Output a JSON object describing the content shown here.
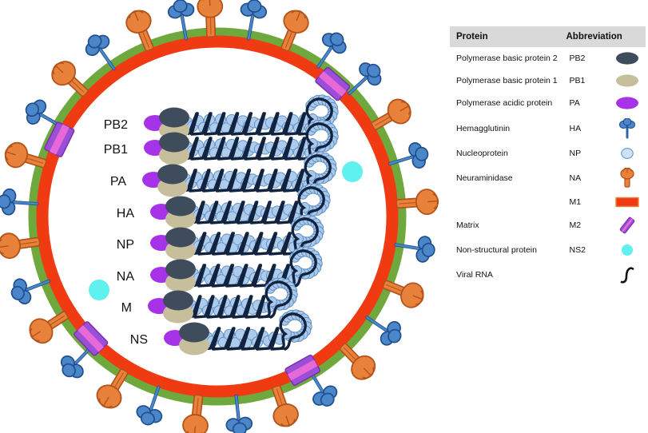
{
  "figure": {
    "subject": "Influenza A virion structure",
    "background_color": "#ffffff"
  },
  "virion": {
    "envelope": {
      "lipid_bilayer_color": "#6fa83c",
      "matrix_m1_color": "#f03b12",
      "m1_label": "M1",
      "interior_color": "#ffffff"
    },
    "spikes": {
      "ha_color": "#4a86c8",
      "ha_outline": "#1f4f8f",
      "na_color": "#e8823a",
      "na_outline": "#b4521c"
    },
    "m2_channel": {
      "outer_color": "#9b4fd6",
      "inner_color": "#e868d8",
      "count": 4
    },
    "ns2_dots": {
      "color": "#5ff0f0",
      "count": 2
    },
    "rnp_segments": [
      {
        "label": "PB2"
      },
      {
        "label": "PB1"
      },
      {
        "label": "PA"
      },
      {
        "label": "HA"
      },
      {
        "label": "NP"
      },
      {
        "label": "NA"
      },
      {
        "label": "M"
      },
      {
        "label": "NS"
      }
    ],
    "polymerase_complex": {
      "pb2_color": "#3f4c5c",
      "pb1_color": "#c7bf9b",
      "pa_color": "#a733e8"
    },
    "rna": {
      "strand_color": "#12233f",
      "nucleoprotein_color": "#a9c9ec",
      "nucleoprotein_outline": "#5f8fc4"
    }
  },
  "legend": {
    "header": {
      "protein": "Protein",
      "abbreviation": "Abbreviation",
      "header_bg": "#d9d9d9"
    },
    "rows": [
      {
        "name": "Polymerase basic protein 2",
        "abbr": "PB2",
        "icon": "oval-dark-slate-icon"
      },
      {
        "name": "Polymerase basic protein 1",
        "abbr": "PB1",
        "icon": "oval-khaki-icon"
      },
      {
        "name": "Polymerase acidic protein",
        "abbr": "PA",
        "icon": "oval-purple-icon"
      },
      {
        "name": "Hemagglutinin",
        "abbr": "HA",
        "icon": "ha-spike-icon"
      },
      {
        "name": "Nucleoprotein",
        "abbr": "NP",
        "icon": "nucleoprotein-circle-icon"
      },
      {
        "name": "Neuraminidase",
        "abbr": "NA",
        "icon": "na-spike-icon"
      },
      {
        "name": "",
        "abbr": "M1",
        "icon": "m1-red-bar-icon"
      },
      {
        "name": "Matrix",
        "abbr": "M2",
        "icon": "m2-channel-icon"
      },
      {
        "name": "Non-structural protein",
        "abbr": "NS2",
        "icon": "ns2-cyan-dot-icon"
      },
      {
        "name": "Viral RNA",
        "abbr": "",
        "icon": "viral-rna-curve-icon"
      }
    ]
  }
}
